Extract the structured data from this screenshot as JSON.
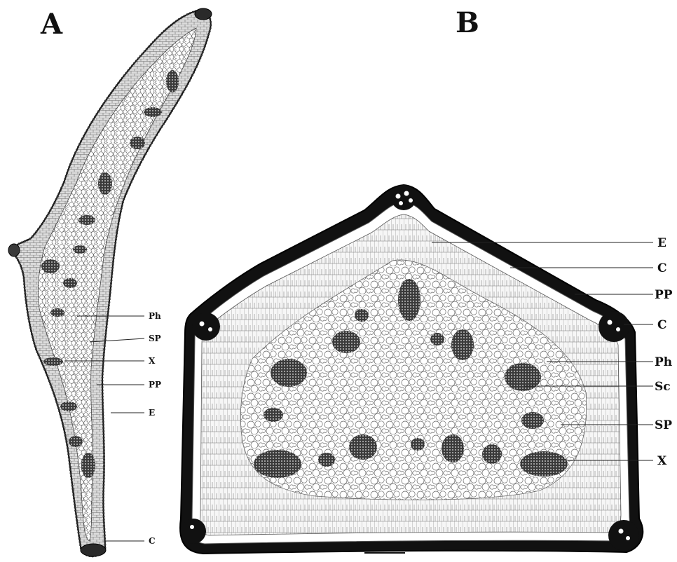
{
  "figure": {
    "panels": [
      {
        "id": "A",
        "letter": "A",
        "labels": [
          "Ph",
          "SP",
          "X",
          "PP",
          "E",
          "C"
        ]
      },
      {
        "id": "B",
        "letter": "B",
        "labels": [
          "E",
          "C",
          "PP",
          "C",
          "Ph",
          "Sc",
          "SP",
          "X"
        ]
      }
    ]
  }
}
